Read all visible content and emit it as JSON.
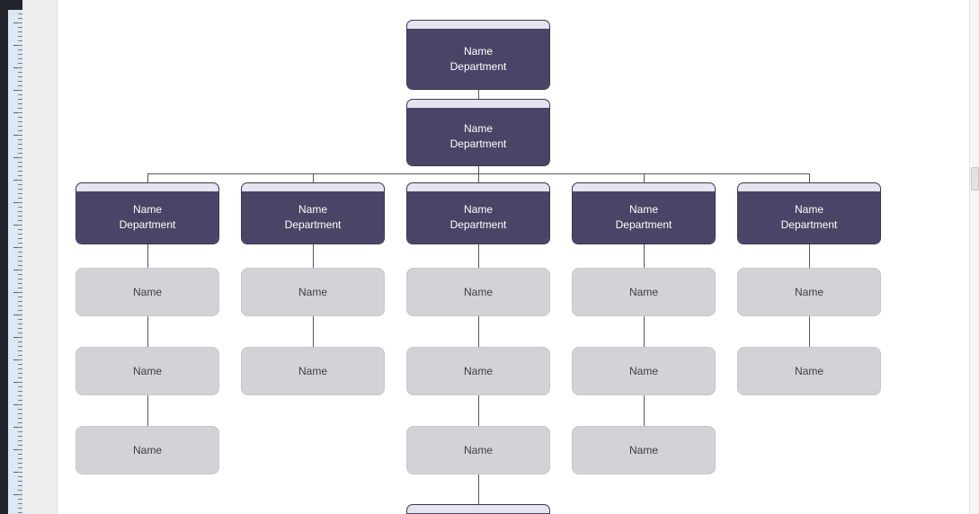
{
  "window": {
    "canvas_bg": "#ffffff",
    "workspace_bg": "#efeff0",
    "ruler_bg": "#dce8f3",
    "left_edge_color": "#23232b",
    "scrollbar_track": "#f5f5f5",
    "scrollbar_thumb": "#e2e2e2"
  },
  "chart": {
    "node_colors": {
      "dept_fill": "#4a4466",
      "dept_cap": "#e4e3ee",
      "dept_border": "#3c3751",
      "dept_text": "#ffffff",
      "member_fill": "#d2d2d7",
      "member_text": "#404040",
      "connector": "#555555"
    },
    "root": {
      "name": "Name",
      "department": "Department"
    },
    "manager": {
      "name": "Name",
      "department": "Department"
    },
    "branches": [
      {
        "name": "Name",
        "department": "Department",
        "members": [
          "Name",
          "Name",
          "Name"
        ]
      },
      {
        "name": "Name",
        "department": "Department",
        "members": [
          "Name",
          "Name"
        ]
      },
      {
        "name": "Name",
        "department": "Department",
        "members": [
          "Name",
          "Name",
          "Name"
        ]
      },
      {
        "name": "Name",
        "department": "Department",
        "members": [
          "Name",
          "Name",
          "Name"
        ]
      },
      {
        "name": "Name",
        "department": "Department",
        "members": [
          "Name",
          "Name"
        ]
      }
    ]
  }
}
